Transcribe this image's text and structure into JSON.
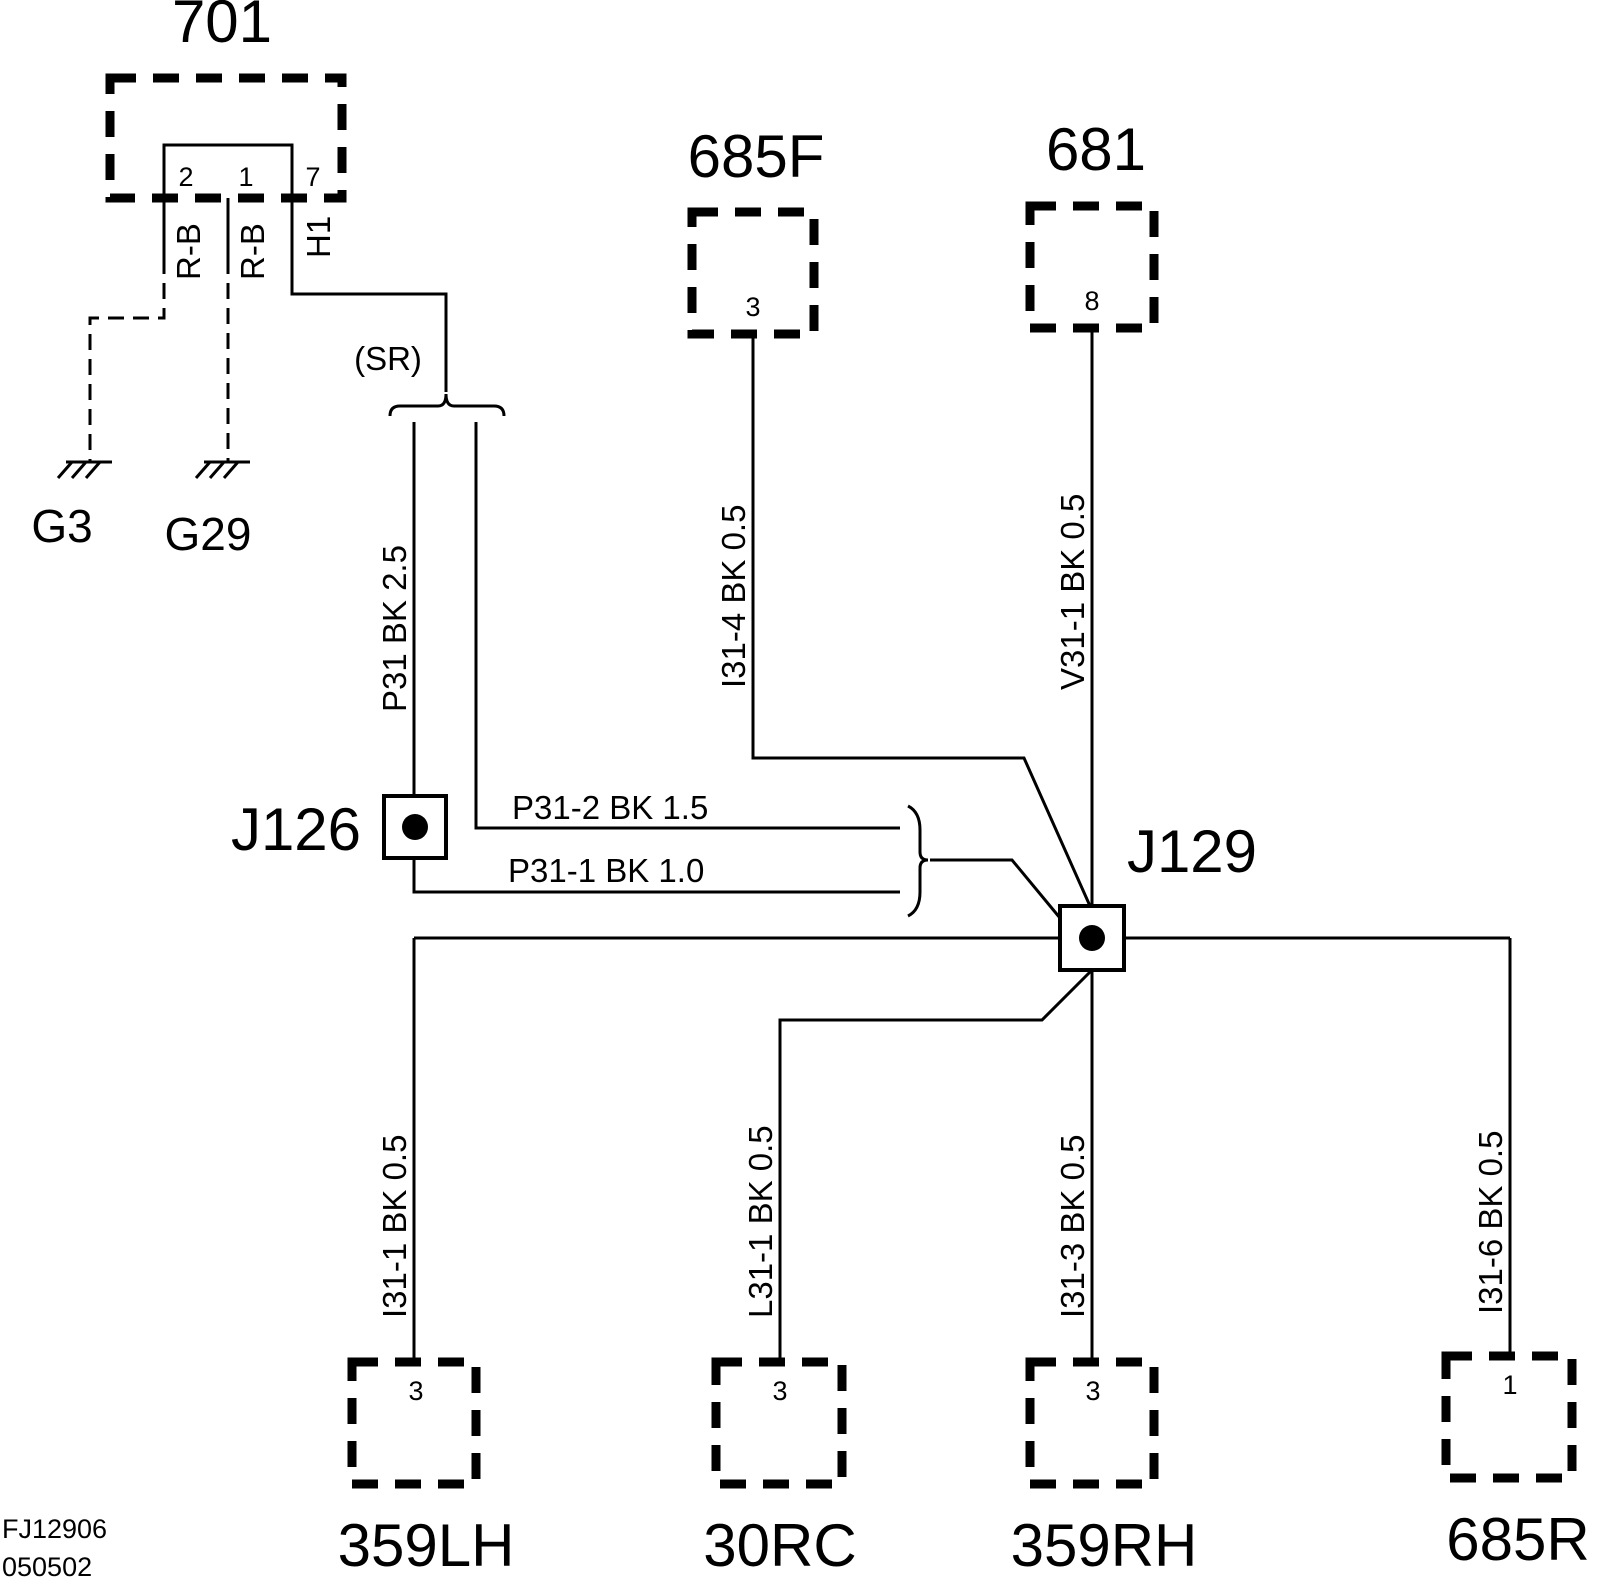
{
  "connectors": {
    "c701": {
      "name": "701",
      "pins": [
        "2",
        "1",
        "7"
      ]
    },
    "c685f": {
      "name": "685F",
      "pin": "3"
    },
    "c681": {
      "name": "681",
      "pin": "8"
    },
    "c359lh": {
      "name": "359LH",
      "pin": "3"
    },
    "c30rc": {
      "name": "30RC",
      "pin": "3"
    },
    "c359rh": {
      "name": "359RH",
      "pin": "3"
    },
    "c685r": {
      "name": "685R",
      "pin": "1"
    }
  },
  "grounds": [
    "G3",
    "G29"
  ],
  "splices": {
    "j126": "J126",
    "j129": "J129"
  },
  "wires": {
    "rb_left": "R-B",
    "rb_right": "R-B",
    "h1": "H1",
    "sr": "(SR)",
    "p31": "P31  BK  2.5",
    "i31_4": "I31-4  BK  0.5",
    "v31_1": "V31-1  BK  0.5",
    "p31_2": "P31-2   BK   1.5",
    "p31_1": "P31-1   BK   1.0",
    "i31_1": "I31-1  BK  0.5",
    "l31_1": "L31-1  BK  0.5",
    "i31_3": "I31-3  BK  0.5",
    "i31_6": "I31-6  BK  0.5"
  },
  "footer": {
    "code": "FJ12906",
    "date": "050502"
  }
}
